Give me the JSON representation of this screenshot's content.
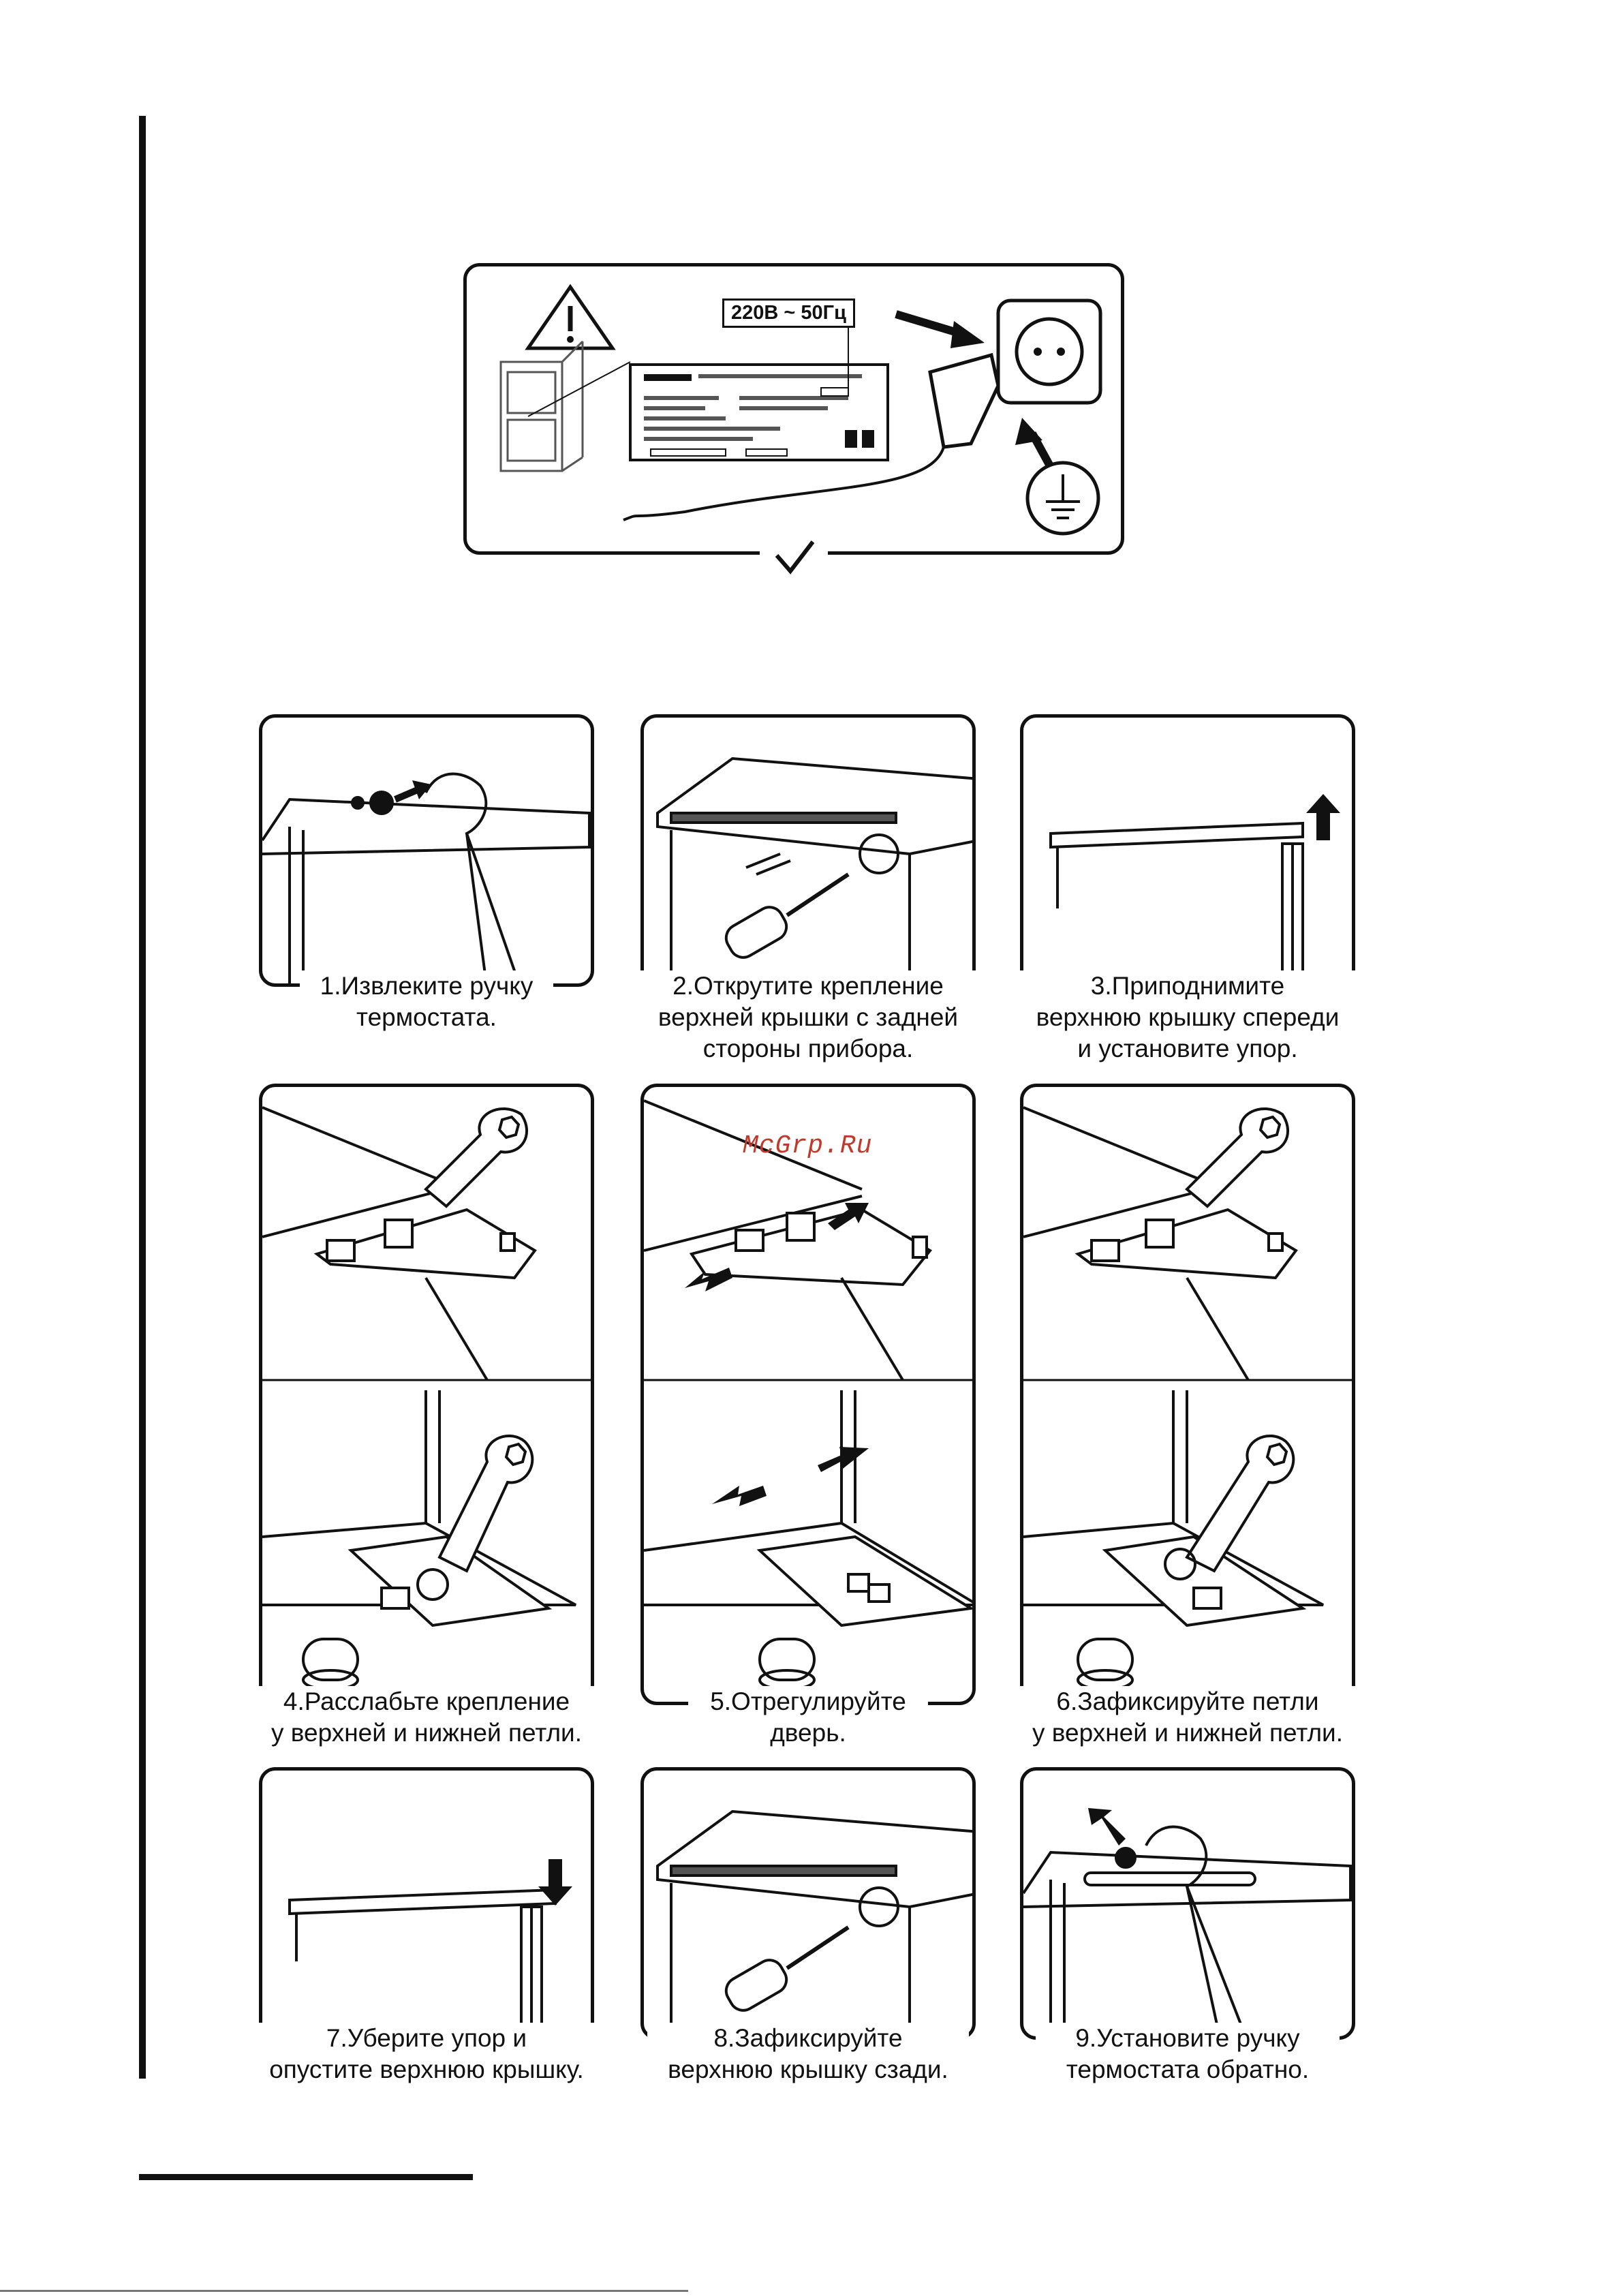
{
  "top_panel": {
    "voltage_label": "220В  ~ 50Гц",
    "icons": [
      "warning-icon",
      "rating-plate",
      "power-plug-icon",
      "wall-socket-icon",
      "ground-icon",
      "checkmark-icon"
    ]
  },
  "watermark": "McGrp.Ru",
  "steps": [
    {
      "text": "1.Извлеките ручку\nтермостата."
    },
    {
      "text": "2.Открутите крепление\nверхней крышки с задней\nстороны прибора."
    },
    {
      "text": "3.Приподнимите\nверхнюю крышку спереди\nи установите упор."
    },
    {
      "text": "4.Расслабьте крепление\nу верхней и нижней петли."
    },
    {
      "text": "5.Отрегулируйте\nдверь."
    },
    {
      "text": "6.Зафиксируйте петли\nу верхней и нижней петли."
    },
    {
      "text": "7.Уберите упор и\nопустите верхнюю крышку."
    },
    {
      "text": "8.Зафиксируйте\nверхнюю крышку сзади."
    },
    {
      "text": "9.Установите ручку\nтермостата обратно."
    }
  ]
}
